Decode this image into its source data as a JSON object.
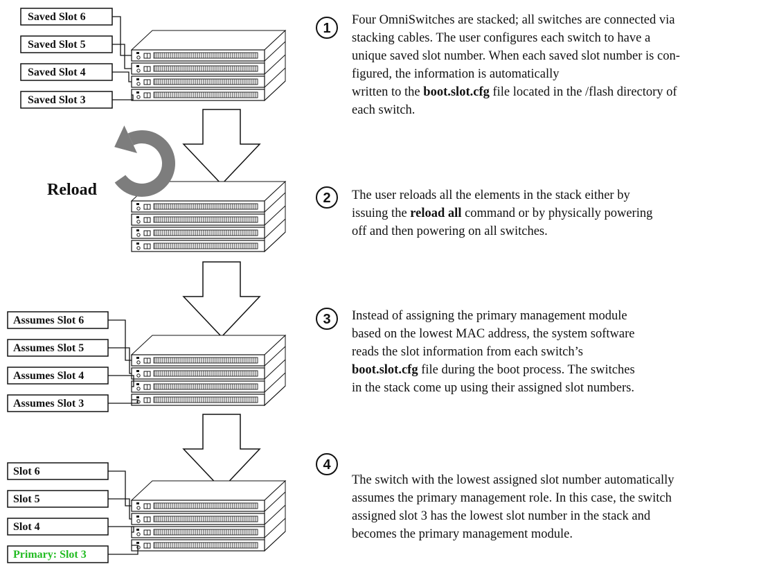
{
  "groups": [
    {
      "labels": [
        "Saved Slot 6",
        "Saved Slot 5",
        "Saved Slot 4",
        "Saved Slot 3"
      ],
      "label_colors": [
        "#111111",
        "#111111",
        "#111111",
        "#111111"
      ]
    },
    {
      "side_label": "Reload"
    },
    {
      "labels": [
        "Assumes Slot 6",
        "Assumes Slot 5",
        "Assumes Slot 4",
        "Assumes Slot 3"
      ],
      "label_colors": [
        "#111111",
        "#111111",
        "#111111",
        "#111111"
      ]
    },
    {
      "labels": [
        "Slot 6",
        "Slot 5",
        "Slot 4",
        "Primary: Slot 3"
      ],
      "label_colors": [
        "#111111",
        "#111111",
        "#111111",
        "#22bb22"
      ]
    }
  ],
  "steps": [
    {
      "number": "1",
      "lines": [
        [
          {
            "t": "Four OmniSwitches are stacked; all switches are connected via"
          }
        ],
        [
          {
            "t": "stacking cables. The user configures each switch to have a"
          }
        ],
        [
          {
            "t": "unique saved slot number. When each saved slot number is con-"
          }
        ],
        [
          {
            "t": "figured, the information is automatically"
          }
        ],
        [
          {
            "t": "written to the "
          },
          {
            "t": "boot.slot.cfg",
            "b": true
          },
          {
            "t": " file located in the /flash directory of"
          }
        ],
        [
          {
            "t": "each switch."
          }
        ]
      ]
    },
    {
      "number": "2",
      "lines": [
        [
          {
            "t": "The user reloads all the elements in the stack either by"
          }
        ],
        [
          {
            "t": "issuing the "
          },
          {
            "t": "reload all",
            "b": true
          },
          {
            "t": " command or by physically powering"
          }
        ],
        [
          {
            "t": "off and then powering on all switches."
          }
        ]
      ]
    },
    {
      "number": "3",
      "lines": [
        [
          {
            "t": "Instead of assigning the primary management module"
          }
        ],
        [
          {
            "t": "based on the lowest MAC address, the system software"
          }
        ],
        [
          {
            "t": "reads the slot information from each switch’s"
          }
        ],
        [
          {
            "t": "boot.slot.cfg",
            "b": true
          },
          {
            "t": " file during the boot process. The switches"
          }
        ],
        [
          {
            "t": "in the stack come up using their assigned slot numbers."
          }
        ]
      ]
    },
    {
      "number": "4",
      "lines": [
        [
          {
            "t": "The switch with the lowest assigned slot number automatically"
          }
        ],
        [
          {
            "t": "assumes the primary management role. In this case, the switch"
          }
        ],
        [
          {
            "t": "assigned slot 3 has the lowest slot number in the stack and"
          }
        ],
        [
          {
            "t": "becomes the primary management module."
          }
        ]
      ]
    }
  ],
  "colors": {
    "line": "#111111",
    "fill": "#ffffff",
    "primary": "#22bb22"
  },
  "icons": {
    "arrow": "down-arrow-icon",
    "reload": "circular-arrow-reload-icon",
    "switch": "switch-chassis-icon"
  }
}
